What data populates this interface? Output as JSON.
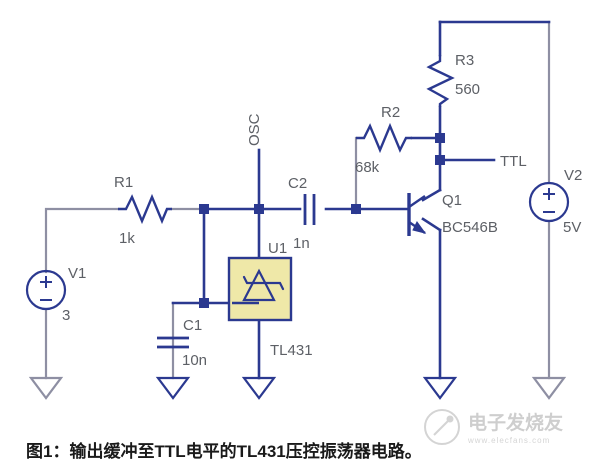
{
  "figure": {
    "caption": "图1：输出缓冲至TTL电平的TL431压控振荡器电路。",
    "watermark_text": "电子发烧友",
    "watermark_sub": "www.elecfans.com"
  },
  "colors": {
    "wire": "#2b3990",
    "wire_secondary": "#8e8fa3",
    "junction": "#2b3990",
    "ic_fill": "#efe8a8",
    "ic_stroke": "#2b3990",
    "text": "#5d6066",
    "caption": "#1a1a1a",
    "background": "#ffffff"
  },
  "components": [
    {
      "id": "V1",
      "type": "voltage-source",
      "ref": "V1",
      "value": "3"
    },
    {
      "id": "V2",
      "type": "voltage-source",
      "ref": "V2",
      "value": "5V"
    },
    {
      "id": "R1",
      "type": "resistor",
      "ref": "R1",
      "value": "1k"
    },
    {
      "id": "R2",
      "type": "resistor",
      "ref": "R2",
      "value": "68k"
    },
    {
      "id": "R3",
      "type": "resistor",
      "ref": "R3",
      "value": "560"
    },
    {
      "id": "C1",
      "type": "capacitor",
      "ref": "C1",
      "value": "10n"
    },
    {
      "id": "C2",
      "type": "capacitor",
      "ref": "C2",
      "value": "1n"
    },
    {
      "id": "U1",
      "type": "shunt-regulator",
      "ref": "U1",
      "value": "TL431"
    },
    {
      "id": "Q1",
      "type": "npn-transistor",
      "ref": "Q1",
      "value": "BC546B"
    }
  ],
  "nets": [
    {
      "name": "OSC",
      "label": "OSC"
    },
    {
      "name": "TTL",
      "label": "TTL"
    }
  ],
  "labels": {
    "v1_ref": "V1",
    "v1_val": "3",
    "v2_ref": "V2",
    "v2_val": "5V",
    "r1_ref": "R1",
    "r1_val": "1k",
    "r2_ref": "R2",
    "r2_val": "68k",
    "r3_ref": "R3",
    "r3_val": "560",
    "c1_ref": "C1",
    "c1_val": "10n",
    "c2_ref": "C2",
    "c2_val": "1n",
    "u1_ref": "U1",
    "u1_val": "TL431",
    "q1_ref": "Q1",
    "q1_val": "BC546B",
    "net_osc": "OSC",
    "net_ttl": "TTL"
  }
}
